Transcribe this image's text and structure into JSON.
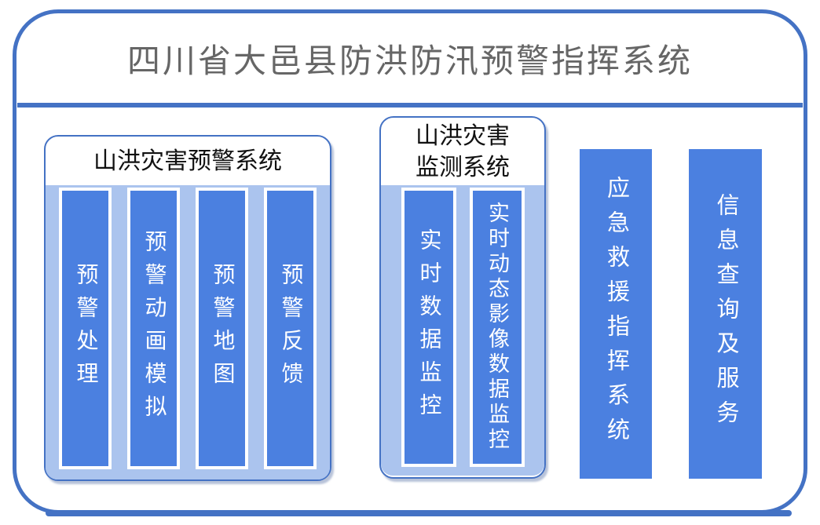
{
  "title": "四川省大邑县防洪防汛预警指挥系统",
  "colors": {
    "frame_border": "#4472C4",
    "divider": "#4472C4",
    "bar_fill": "#4B80E0",
    "group_body_fill": "#ABC4EE",
    "bar_text": "#ffffff",
    "title_text": "#666666",
    "group_title_text": "#111111"
  },
  "groups": [
    {
      "title": "山洪灾害预警系统",
      "bars": [
        "预警处理",
        "预警动画模拟",
        "预警地图",
        "预警反馈"
      ]
    },
    {
      "title": "山洪灾害监测系统",
      "title_lines": [
        "山洪灾害",
        "监测系统"
      ],
      "bars": [
        "实时数据监控",
        "实时动态影像数据监控"
      ]
    }
  ],
  "standalone_bars": [
    "应急救援指挥系统",
    "信息查询及服务"
  ]
}
